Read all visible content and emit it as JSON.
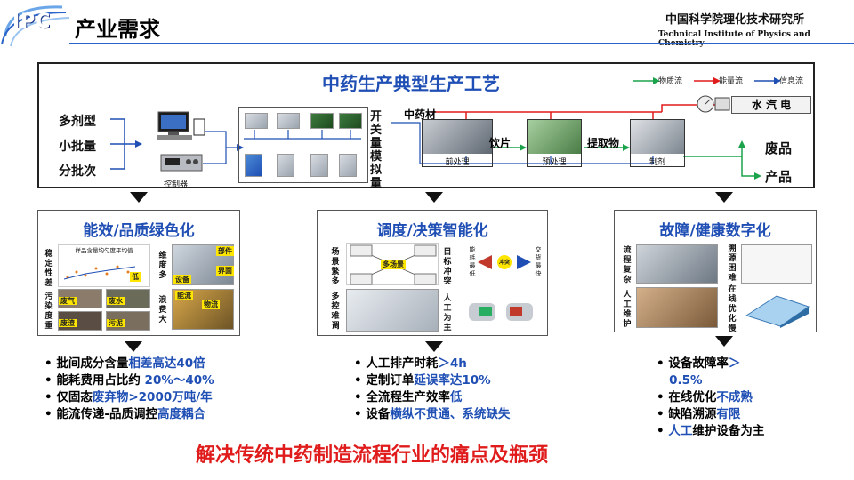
{
  "header": {
    "logo": "IPC",
    "title": "产业需求",
    "institute_cn": "中国科学院理化技术研究所",
    "institute_en": "Technical Institute of Physics and Chemistry"
  },
  "process": {
    "title": "中药生产典型生产工艺",
    "legend": [
      {
        "label": "物质流",
        "color": "#1aa34a"
      },
      {
        "label": "能量流",
        "color": "#e01b1b"
      },
      {
        "label": "信息流",
        "color": "#1f4fb4"
      }
    ],
    "left_labels": [
      "多剂型",
      "小批量",
      "分批次"
    ],
    "controller_label": "控制器",
    "switch_label": "开关量模拟量",
    "raw_material": "中药材",
    "utilities": "水 汽 电",
    "steps": [
      "前处理",
      "预处理",
      "制剂"
    ],
    "intermediates": [
      "饮片",
      "提取物"
    ],
    "outputs": [
      "废品",
      "产品"
    ]
  },
  "panels": [
    {
      "title": "能效/品质绿色化",
      "side_labels": [
        "稳定性差",
        "污染度重",
        "维度多",
        "浪费大"
      ],
      "chart_caption": "样品含量均匀度平均值",
      "tags": [
        "低",
        "部件",
        "界面",
        "设备",
        "能流",
        "物流"
      ],
      "photo_tags": [
        "废气",
        "废水",
        "废渣",
        "污泥"
      ]
    },
    {
      "title": "调度/决策智能化",
      "side_labels": [
        "场景繁多",
        "多控难调",
        "目标冲突",
        "人工为主"
      ],
      "center_tag": "多场景",
      "tags": [
        "能耗最低",
        "交货最快",
        "冲突"
      ]
    },
    {
      "title": "故障/健康数字化",
      "side_labels": [
        "流程复杂",
        "人工维护",
        "溯源困难",
        "在线优化慢"
      ]
    }
  ],
  "bullets": [
    [
      {
        "parts": [
          {
            "t": "批间成分含量",
            "h": false
          },
          {
            "t": "相差高达40倍",
            "h": true
          }
        ]
      },
      {
        "parts": [
          {
            "t": "能耗费用占比约 ",
            "h": false
          },
          {
            "t": "20%～40%",
            "h": true
          }
        ]
      },
      {
        "parts": [
          {
            "t": "仅固态",
            "h": false
          },
          {
            "t": "废弃物>2000万吨/年",
            "h": true
          }
        ]
      },
      {
        "parts": [
          {
            "t": "能流传递-品质调控",
            "h": false
          },
          {
            "t": "高度耦合",
            "h": true
          }
        ]
      }
    ],
    [
      {
        "parts": [
          {
            "t": "人工排产时耗",
            "h": false
          },
          {
            "t": "＞4h",
            "h": true
          }
        ]
      },
      {
        "parts": [
          {
            "t": "定制订单",
            "h": false
          },
          {
            "t": "延误率达10%",
            "h": true
          }
        ]
      },
      {
        "parts": [
          {
            "t": "全流程生产效率",
            "h": false
          },
          {
            "t": "低",
            "h": true
          }
        ]
      },
      {
        "parts": [
          {
            "t": "设备",
            "h": false
          },
          {
            "t": "横纵不贯通、系统缺失",
            "h": true
          }
        ]
      }
    ],
    [
      {
        "parts": [
          {
            "t": "设备故障率",
            "h": false
          },
          {
            "t": "＞",
            "h": true
          }
        ]
      },
      {
        "parts": [
          {
            "t": "0.5%",
            "h": true
          }
        ],
        "nobullet": true
      },
      {
        "parts": [
          {
            "t": "在线优化",
            "h": false
          },
          {
            "t": "不成熟",
            "h": true
          }
        ]
      },
      {
        "parts": [
          {
            "t": "缺陷溯源",
            "h": false
          },
          {
            "t": "有限",
            "h": true
          }
        ]
      },
      {
        "parts": [
          {
            "t": "人工",
            "h": true
          },
          {
            "t": "维护设备为主",
            "h": false
          }
        ]
      }
    ]
  ],
  "conclusion": "解决传统中药制造流程行业的痛点及瓶颈"
}
